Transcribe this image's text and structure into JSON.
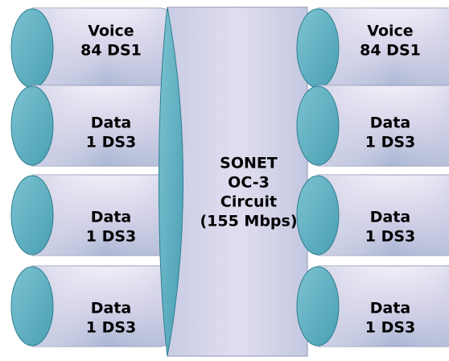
{
  "colors": {
    "cap_fill": "#5fb2c4",
    "cap_stroke": "#2e7f8f",
    "body_light": "#e4e0f0",
    "body_mid": "#cbc6e2",
    "body_dark": "#a8b4d2",
    "outline": "#8f96b5",
    "text": "#000000"
  },
  "center_channel": {
    "lines": [
      "SONET",
      "OC-3",
      "Circuit",
      "(155 Mbps)"
    ]
  },
  "left_channels": [
    {
      "lines": [
        "Voice",
        "84 DS1"
      ]
    },
    {
      "lines": [
        "Data",
        "1 DS3"
      ]
    },
    {
      "lines": [
        "Data",
        "1 DS3"
      ]
    },
    {
      "lines": [
        "Data",
        "1 DS3"
      ]
    }
  ],
  "right_channels": [
    {
      "lines": [
        "Voice",
        "84 DS1"
      ]
    },
    {
      "lines": [
        "Data",
        "1 DS3"
      ]
    },
    {
      "lines": [
        "Data",
        "1 DS3"
      ]
    },
    {
      "lines": [
        "Data",
        "1 DS3"
      ]
    }
  ]
}
